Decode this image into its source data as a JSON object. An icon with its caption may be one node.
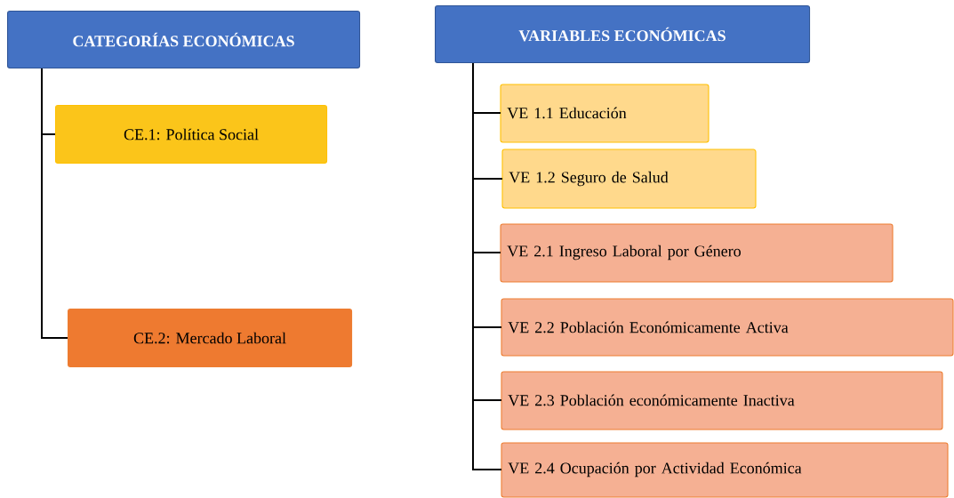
{
  "diagram": {
    "nodes": [
      {
        "text": [
          "CATEGORÍAS  ECONÓMICAS"
        ]
      },
      {
        "text": [
          "CE.1:  Política Social"
        ]
      },
      {
        "text": [
          "CE.2:  Mercado Laboral"
        ]
      },
      {
        "text": [
          "VARIABLES ECONÓMICAS"
        ]
      },
      {
        "text": [
          "VE 1.1  Educación"
        ]
      },
      {
        "text": [
          "VE 1.2  Seguro de Salud"
        ]
      },
      {
        "text": [
          "VE 2.1  Ingreso Laboral por Género"
        ]
      },
      {
        "text": [
          "VE 2.2  Población Económicamente Activa"
        ]
      },
      {
        "text": [
          "VE 2.3  Población económicamente Inactiva"
        ]
      },
      {
        "text": [
          "VE 2.4  Ocupación por Actividad Económica"
        ]
      }
    ],
    "edges": [
      {
        "from": 0,
        "to": 1,
        "arrow": "none"
      },
      {
        "from": 0,
        "to": 2,
        "arrow": "none"
      },
      {
        "from": 3,
        "to": 4,
        "arrow": "none"
      },
      {
        "from": 3,
        "to": 5,
        "arrow": "none"
      },
      {
        "from": 3,
        "to": 6,
        "arrow": "none"
      },
      {
        "from": 3,
        "to": 7,
        "arrow": "none"
      },
      {
        "from": 3,
        "to": 8,
        "arrow": "none"
      },
      {
        "from": 3,
        "to": 9,
        "arrow": "none"
      }
    ]
  }
}
